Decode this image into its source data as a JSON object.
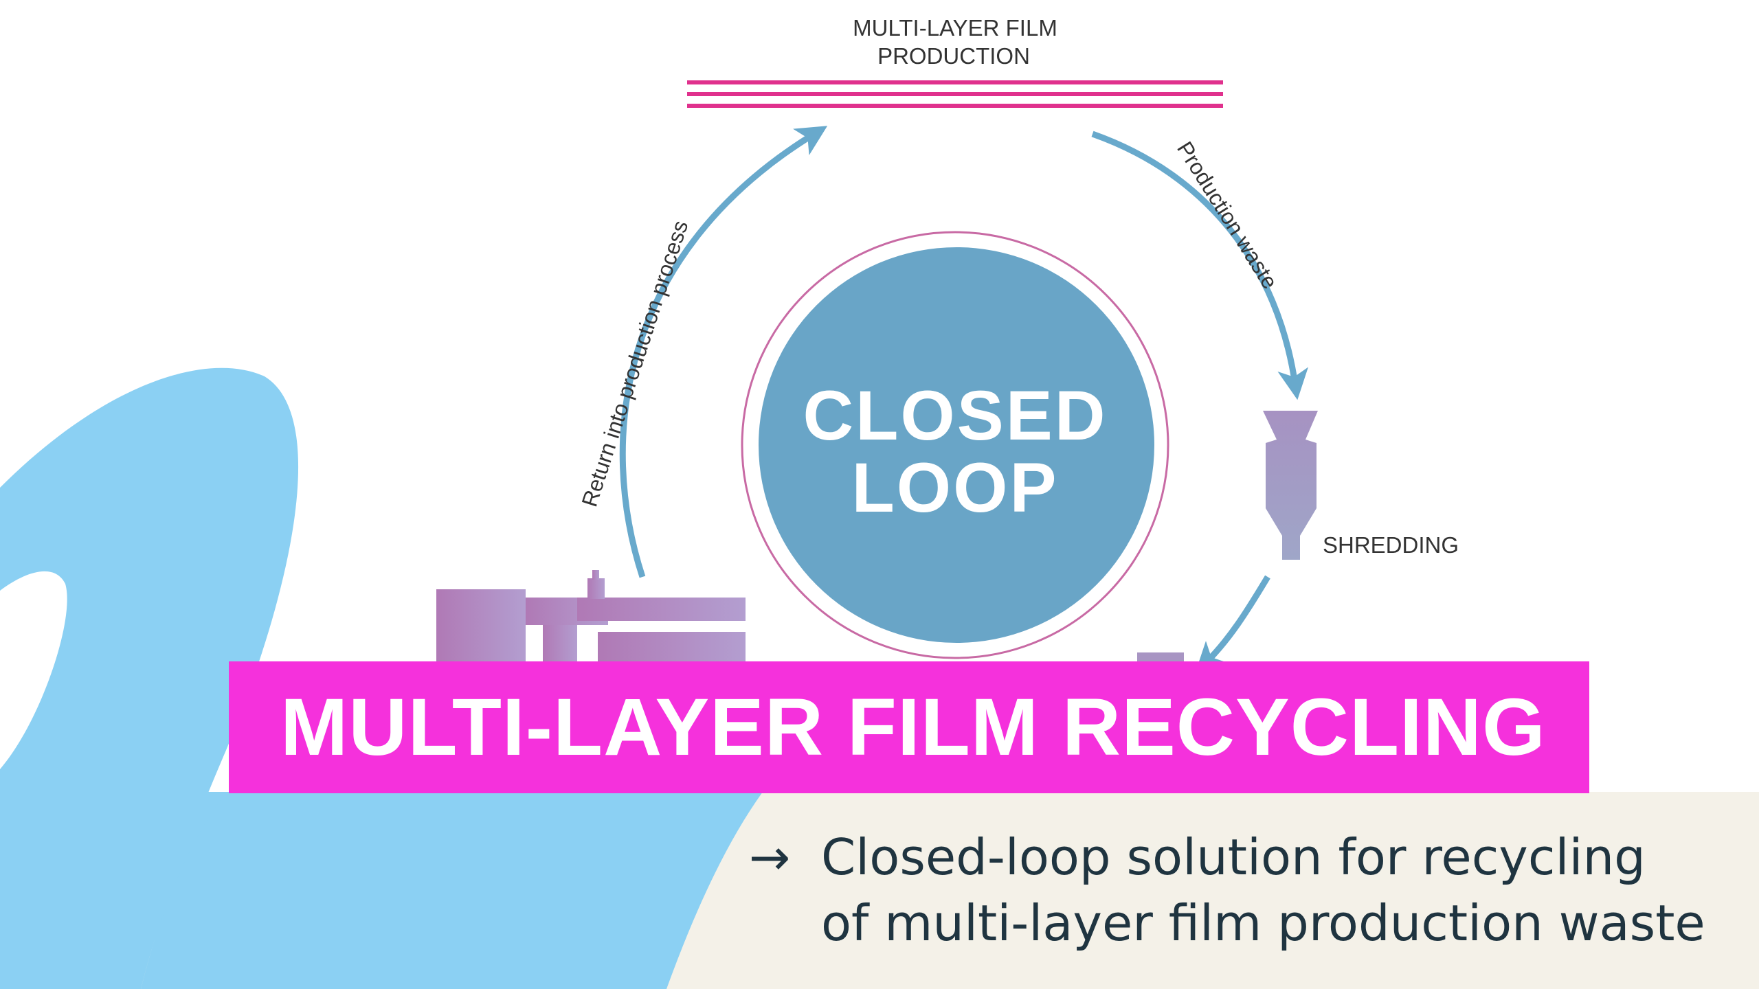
{
  "diagram": {
    "top_label_line1": "MULTI-LAYER FILM",
    "top_label_line2": "PRODUCTION",
    "center_line1": "CLOSED",
    "center_line2": "LOOP",
    "right_arc_label": "Production waste",
    "left_arc_label": "Return into production process",
    "shredding_label": "SHREDDING"
  },
  "banner": {
    "title": "MULTI-LAYER FILM RECYCLING"
  },
  "subtitle": {
    "arrow": "→",
    "line1": "Closed-loop solution for recycling",
    "line2": "of multi-layer film production waste"
  },
  "colors": {
    "blue_shape": "#8bd0f3",
    "beige_band": "#f4f1e8",
    "magenta_banner": "#f531dc",
    "magenta_film": "#e0318d",
    "loop_blue": "#69a5c7",
    "arrow_blue": "#68a9cc",
    "machine_purple": "#a58fc0"
  }
}
